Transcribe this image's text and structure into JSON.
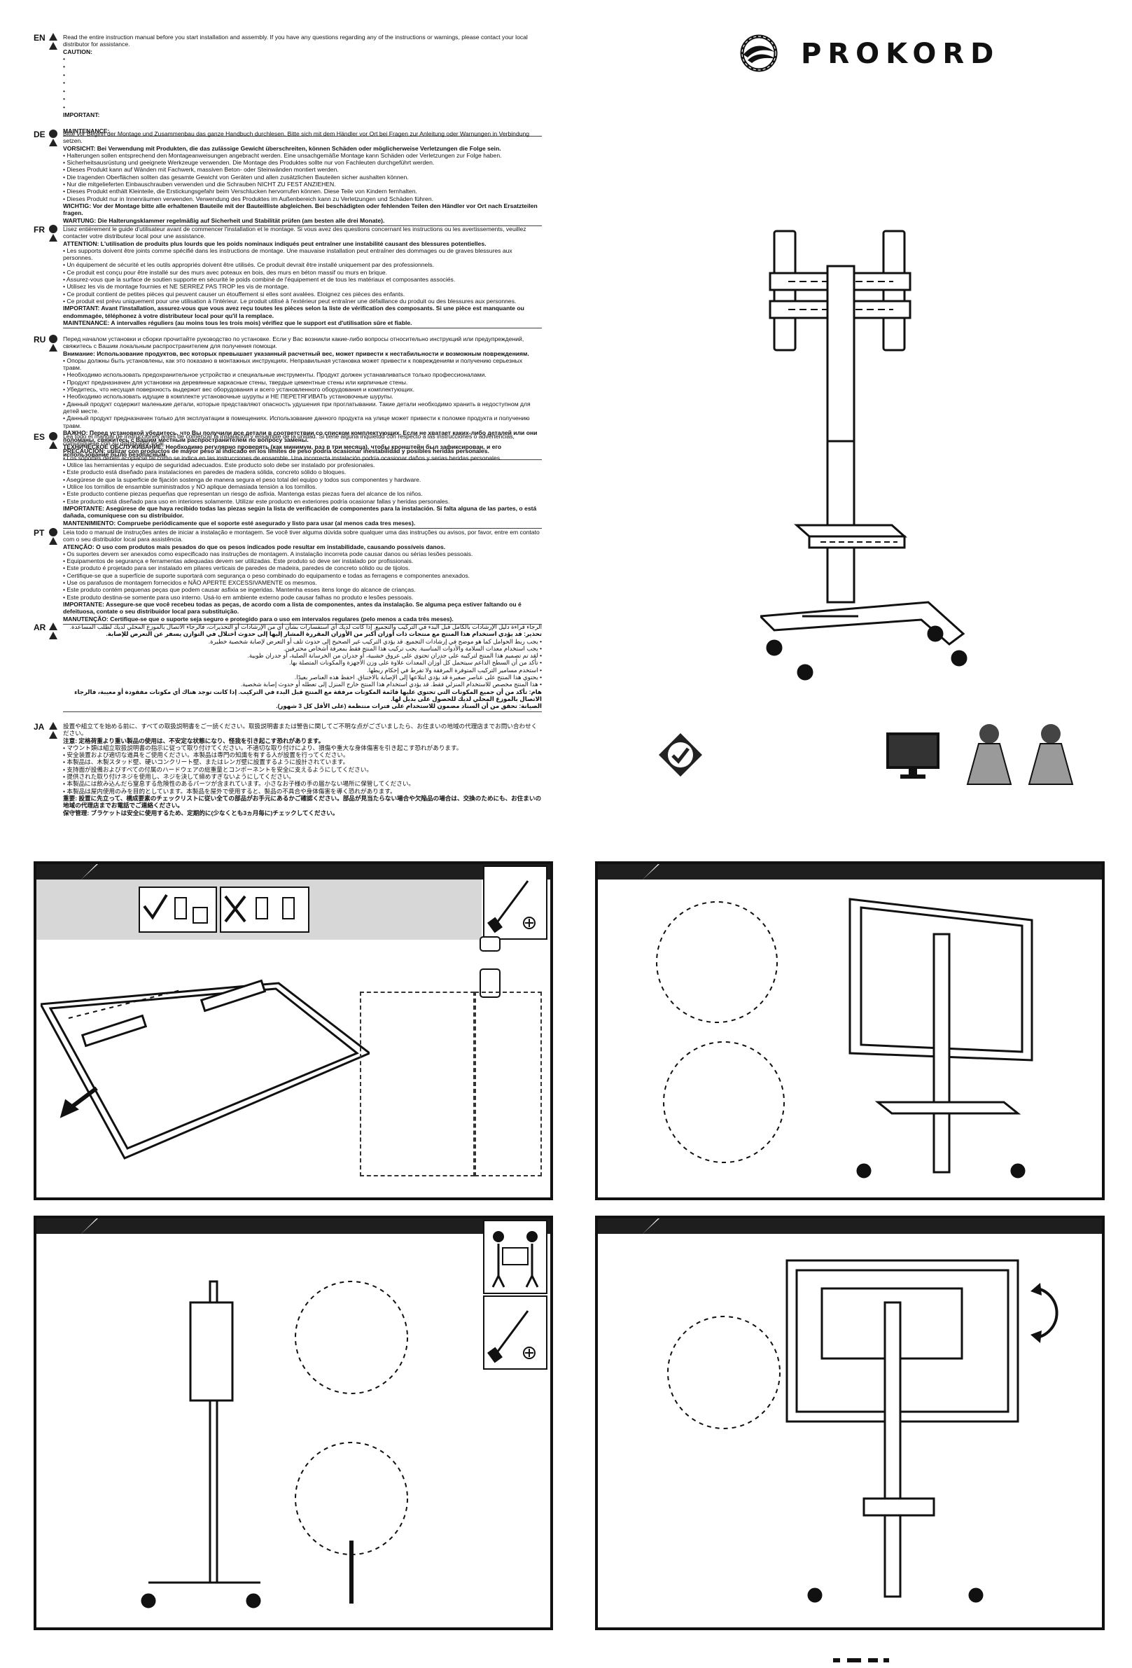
{
  "brand": {
    "name": "PROKORD",
    "logo_icon": "prokord-swirl-icon"
  },
  "languages": [
    {
      "code": "EN",
      "intro": "Read the entire instruction manual before you start installation and assembly. If you have any questions regarding any of the instructions or warnings, please contact your local distributor for assistance.",
      "caution_label": "CAUTION:",
      "bullets": [
        "•",
        "•",
        "•",
        "•",
        "•",
        "•",
        "•"
      ],
      "important_label": "IMPORTANT:",
      "maintenance_label": "MAINTENANCE:"
    },
    {
      "code": "DE",
      "intro": "Bitte vor Beginn der Montage und Zusammenbau das ganze Handbuch durchlesen. Bitte sich mit dem Händler vor Ort bei Fragen zur Anleitung oder Warnungen in Verbindung setzen.",
      "lines": [
        "VORSICHT: Bei Verwendung mit Produkten, die das zulässige Gewicht überschreiten, können Schäden oder möglicherweise Verletzungen die Folge sein.",
        "• Halterungen sollen entsprechend den Montageanweisungen angebracht werden. Eine unsachgemäße Montage kann Schäden oder Verletzungen zur Folge haben.",
        "• Sicherheitsausrüstung und geeignete Werkzeuge verwenden. Die Montage des Produktes sollte nur von Fachleuten durchgeführt werden.",
        "• Dieses Produkt kann auf Wänden mit Fachwerk, massiven Beton- oder Steinwänden montiert werden.",
        "• Die tragenden Oberflächen sollten das gesamte Gewicht von Geräten und allen zusätzlichen Bauteilen sicher aushalten können.",
        "• Nur die mitgelieferten Einbauschrauben verwenden und die Schrauben NICHT ZU FEST ANZIEHEN.",
        "• Dieses Produkt enthält Kleinteile, die Erstickungsgefahr beim Verschlucken hervorrufen können. Diese Teile von Kindern fernhalten.",
        "• Dieses Produkt nur in Innenräumen verwenden. Verwendung des Produktes im Außenbereich kann zu Verletzungen und Schäden führen.",
        "WICHTIG: Vor der Montage bitte alle erhaltenen Bauteile mit der Bauteilliste abgleichen. Bei beschädigten oder fehlenden Teilen den Händler vor Ort nach Ersatzteilen fragen.",
        "WARTUNG: Die Halterungsklammer regelmäßig auf Sicherheit und Stabilität prüfen (am besten alle drei Monate)."
      ]
    },
    {
      "code": "FR",
      "intro": "Lisez entièrement le guide d'utilisateur avant de commencer l'installation et le montage. Si vous avez des questions concernant les instructions ou les avertissements, veuillez contacter votre distributeur local pour une assistance.",
      "lines": [
        "ATTENTION: L'utilisation de produits plus lourds que les poids nominaux indiqués peut entraîner une instabilité causant des blessures potentielles.",
        "• Les supports doivent être joints comme spécifié dans les instructions de montage. Une mauvaise installation peut entraîner des dommages ou de graves blessures aux personnes.",
        "• Un équipement de sécurité et les outils appropriés doivent être utilisés. Ce produit devrait être installé uniquement par des professionnels.",
        "• Ce produit est conçu pour être installé sur des murs avec poteaux en bois, des murs en béton massif ou murs en brique.",
        "• Assurez-vous que la surface de soutien supporte en sécurité le poids combiné de l'équipement et de tous les matériaux et composantes associés.",
        "• Utilisez les vis de montage fournies et NE SERREZ PAS TROP les vis de montage.",
        "• Ce produit contient de petites pièces qui peuvent causer un étouffement si elles sont avalées. Eloignez ces pièces des enfants.",
        "• Ce produit est prévu uniquement pour une utilisation à l'intérieur. Le produit utilisé à l'extérieur peut entraîner une défaillance du produit ou des blessures aux personnes.",
        "IMPORTANT: Avant l'installation, assurez-vous que vous avez reçu toutes les pièces selon la liste de vérification des composants. Si une pièce est manquante ou endommagée, téléphonez à votre distributeur local pour qu'il la remplace.",
        "MAINTENANCE: A intervalles réguliers (au moins tous les trois mois) vérifiez que le support est d'utilisation sûre et fiable."
      ]
    },
    {
      "code": "RU",
      "intro": "Перед началом установки и сборки прочитайте руководство по установке. Если у Вас возникли какие-либо вопросы относительно инструкций или предупреждений, свяжитесь с Вашим локальным распространителем для получения помощи.",
      "lines": [
        "Внимание: Использование продуктов, вес которых превышает указанный расчетный вес, может привести к нестабильности и возможным повреждениям.",
        "• Опоры должны быть установлены, как это показано в монтажных инструкциях. Неправильная установка может привести к повреждениям и получению серьезных травм.",
        "• Необходимо использовать предохранительное устройство и специальные инструменты. Продукт должен устанавливаться только профессионалами.",
        "• Продукт предназначен для установки на деревянные каркасные стены, твердые цементные стены или кирпичные стены.",
        "• Убедитесь, что несущая поверхность выдержит вес оборудования и всего установленного оборудования и комплектующих.",
        "• Необходимо использовать идущие в комплекте установочные шурупы и НЕ ПЕРЕТЯГИВАТЬ установочные шурупы.",
        "• Данный продукт содержит маленькие детали, которые представляют опасность удушения при проглатывании. Такие детали необходимо хранить в недоступном для детей месте.",
        "• Данный продукт предназначен только для эксплуатации в помещениях. Использование данного продукта на улице может привести к поломке продукта и получению травм.",
        "ВАЖНО: Перед установкой убедитесь, что Вы получили все детали в соответствии со списком комплектующих. Если не хватает каких-либо деталей или они поломаны, свяжитесь с Вашим местным распространителем по вопросу замены.",
        "ТЕХНИЧЕСКОЕ ОБСЛУЖИВАНИЕ: Необходимо регулярно проверять (как минимум, раз в три месяца), чтобы кронштейн был зафиксирован, и его использование было безопасным."
      ]
    },
    {
      "code": "ES",
      "intro": "Lea todo el manual de instrucciones antes de comenzar la instalación y ensamble de la unidad. Si tiene alguna inquietud con respecto a las instrucciones o advertencias, comuníquese con su distribuidor local.",
      "lines": [
        "PRECAUCIÓN: utilizar con productos de mayor peso al indicado en los límites de peso podría ocasionar inestabilidad y posibles heridas personales.",
        "• Los soportes deben acoplarse tal como se indica en las instrucciones de ensamble. Una incorrecta instalación podría ocasionar daños y serias heridas personales.",
        "• Utilice las herramientas y equipo de seguridad adecuados. Este producto solo debe ser instalado por profesionales.",
        "• Este producto está diseñado para instalaciones en paredes de madera sólida, concreto sólido o bloques.",
        "• Asegúrese de que la superficie de fijación sostenga de manera segura el peso total del equipo y todos sus componentes y hardware.",
        "• Utilice los tornillos de ensamble suministrados y NO aplique demasiada tensión a los tornillos.",
        "• Este producto contiene piezas pequeñas que representan un riesgo de asfixia. Mantenga estas piezas fuera del alcance de los niños.",
        "• Este producto está diseñado para uso en interiores solamente. Utilizar este producto en exteriores podría ocasionar fallas y heridas personales.",
        "IMPORTANTE: Asegúrese de que haya recibido todas las piezas según la lista de verificación de componentes para la instalación. Si falta alguna de las partes, o está dañada, comuníquese con su distribuidor.",
        "MANTENIMIENTO: Compruebe periódicamente que el soporte esté asegurado y listo para usar (al menos cada tres meses)."
      ]
    },
    {
      "code": "PT",
      "intro": "Leia todo o manual de instruções antes de iniciar a instalação e montagem. Se você tiver alguma dúvida sobre qualquer uma das instruções ou avisos, por favor, entre em contato com o seu distribuidor local para assistência.",
      "lines": [
        "ATENÇÃO: O uso com produtos mais pesados do que os pesos indicados pode resultar em instabilidade, causando possíveis danos.",
        "• Os suportes devem ser anexados como especificado nas instruções de montagem. A instalação incorreta pode causar danos ou sérias lesões pessoais.",
        "• Equipamentos de segurança e ferramentas adequadas devem ser utilizadas. Este produto só deve ser instalado por profissionais.",
        "• Este produto é projetado para ser instalado em pilares verticais de paredes de madeira, paredes de concreto sólido ou de tijolos.",
        "• Certifique-se que a superfície de suporte suportará com segurança o peso combinado do equipamento e todas as ferragens e componentes anexados.",
        "• Use os parafusos de montagem fornecidos e NÃO APERTE EXCESSIVAMENTE os mesmos.",
        "• Este produto contém pequenas peças que podem causar asfixia se ingeridas. Mantenha esses itens longe do alcance de crianças.",
        "• Este produto destina-se somente para uso interno. Usá-lo em ambiente externo pode causar falhas no produto e lesões pessoais.",
        "IMPORTANTE: Assegure-se que você recebeu todas as peças, de acordo com a lista de componentes, antes da instalação. Se alguma peça estiver faltando ou é defeituosa, contate o seu distribuidor local para substituição.",
        "MANUTENÇÃO: Certifique-se que o suporte seja seguro e protegido para o uso em intervalos regulares (pelo menos a cada três meses)."
      ]
    },
    {
      "code": "AR",
      "lines": [
        "الرجاء قراءة دليل الإرشادات بالكامل قبل البدء في التركيب والتجميع. إذا كانت لديك أي استفسارات بشأن أي من الإرشادات أو التحذيرات، فالرجاء الاتصال بالموزع المحلي لديك لطلب المساعدة.",
        "تحذير: قد يؤدي استخدام هذا المنتج مع منتجات ذات أوزان أكبر من الأوزان المقررة المشار إليها إلى حدوث اختلال في التوازن يسفر عن التعرض للإصابة.",
        "• يجب ربط الحوامل كما هو موضح في إرشادات التجميع. قد يؤدي التركيب غير الصحيح إلى حدوث تلف أو التعرض لإصابة شخصية خطيرة.",
        "• يجب استخدام معدات السلامة والأدوات المناسبة. يجب تركيب هذا المنتج فقط بمعرفة أشخاص محترفين.",
        "• لقد تم تصميم هذا المنتج لتركيبه على جدران تحتوي على عروق خشبية، أو جدران من الخرسانة الصلبة، أو جدران طوبية.",
        "• تأكد من أن السطح الداعم سيتحمل كل أوزان المعدات علاوة على وزن الأجهزة والمكونات المتصلة بها.",
        "• استخدم مسامير التركيب المتوفرة المرفقة ولا تفرط في إحكام ربطها.",
        "• يحتوي هذا المنتج على عناصر صغيرة قد يؤدي ابتلاعها إلى الإصابة بالاختناق. احفظ هذه العناصر بعيدًا.",
        "• هذا المنتج مخصص للاستخدام المنزلي فقط. قد يؤدي استخدام هذا المنتج خارج المنزل إلى تعطله أو حدوث إصابة شخصية.",
        "هام: تأكد من أن جميع المكونات التي تحتوي عليها قائمة المكونات مرفقة مع المنتج قبل البدء في التركيب. إذا كانت توجد هناك أي مكونات مفقودة أو معيبة، فالرجاء الاتصال بالموزع المحلي لديك للحصول على بديل لها.",
        "الصيانة: تحقق من أن السناد مضمون للاستخدام على فترات منتظمة (على الأقل كل 3 شهور)."
      ]
    },
    {
      "code": "JA",
      "intro": "設置や組立てを始める前に、すべての取扱説明書をご一読ください。取扱説明書または警告に関してご不明な点がございましたら、お住まいの地域の代理店までお問い合わせください。",
      "lines": [
        "注意: 定格荷重より重い製品の使用は、不安定な状態になり、怪我を引き起こす恐れがあります。",
        "• マウント類は組立取扱説明書の指示に従って取り付けてください。不適切な取り付けにより、損傷や重大な身体傷害を引き起こす恐れがあります。",
        "• 安全装置および適切な道具をご使用ください。本製品は専門の知識を有する人が設置を行ってください。",
        "• 本製品は、木製スタッド壁、硬いコンクリート壁、またはレンガ壁に設置するように設計されています。",
        "• 支持面が設備およびすべての付属のハードウェアの総重量とコンポーネントを安全に支えるようにしてください。",
        "• 提供された取り付けネジを使用し、ネジを決して締めすぎないようにしてください。",
        "• 本製品には飲み込んだら窒息する危険性のあるパーツが含まれています。小さなお子様の手の届かない場所に保管してください。",
        "• 本製品は屋内使用のみを目的としています。本製品を屋外で使用すると、製品の不具合や身体傷害を導く恐れがあります。",
        "重要: 設置に先立って、構成要素のチェックリストに従い全ての部品がお手元にあるかご確認ください。部品が見当たらない場合や欠陥品の場合は、交換のためにも、お住まいの地域の代理店までお電話でご連絡ください。",
        "保守管理: ブラケットは安全に使用するため、定期的に(少なくとも3ヵ月毎に)チェックしてください。"
      ]
    }
  ],
  "icons": {
    "caution": "caution-triangle-icon",
    "read_manual": "read-manual-icon",
    "screwdriver": "screwdriver-icon",
    "two_person": "two-person-lift-icon",
    "rotate": "rotate-arrow-icon",
    "up_arrow": "up-arrow-icon",
    "badge": "quality-badge-icon",
    "tv": "tv-icon",
    "weight": "weight-icon"
  },
  "colors": {
    "ink": "#111111",
    "panel_header": "#1e1e1e",
    "band": "#d7d7d7",
    "weight_grey": "#9a9a9a"
  }
}
